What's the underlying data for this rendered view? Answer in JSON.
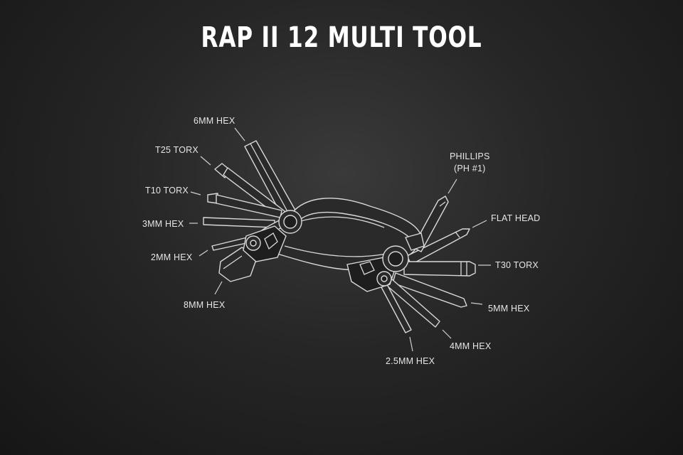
{
  "title": "RAP II 12 MULTI TOOL",
  "labels": {
    "hex6": "6MM HEX",
    "torx25": "T25 TORX",
    "torx10": "T10 TORX",
    "hex3": "3MM HEX",
    "hex2": "2MM HEX",
    "hex8": "8MM HEX",
    "phillips_1": "PHILLIPS",
    "phillips_2": "(PH #1)",
    "flathead": "FLAT HEAD",
    "torx30": "T30 TORX",
    "hex5": "5MM HEX",
    "hex4": "4MM HEX",
    "hex25": "2.5MM HEX"
  },
  "colors": {
    "background": "#262626",
    "line": "#d9d9d9",
    "text": "#e6e6e6"
  }
}
